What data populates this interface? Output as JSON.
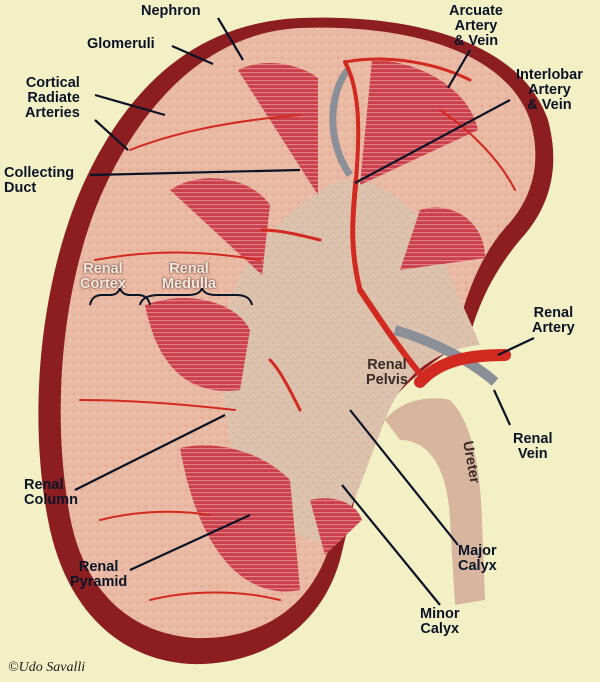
{
  "labels": {
    "nephron": "Nephron",
    "glomeruli": "Glomeruli",
    "cortical": [
      "Cortical",
      "Radiate",
      "Arteries"
    ],
    "collecting": [
      "Collecting",
      "Duct"
    ],
    "arcuate": [
      "Arcuate",
      "Artery",
      "& Vein"
    ],
    "interlobar": [
      "Interlobar",
      "Artery",
      "& Vein"
    ],
    "renal_cortex": [
      "Renal",
      "Cortex"
    ],
    "renal_medulla": [
      "Renal",
      "Medulla"
    ],
    "renal_artery": [
      "Renal",
      "Artery"
    ],
    "renal_pelvis": [
      "Renal",
      "Pelvis"
    ],
    "ureter": "Ureter",
    "renal_vein": [
      "Renal",
      "Vein"
    ],
    "renal_column": [
      "Renal",
      "Column"
    ],
    "major_calyx": [
      "Major",
      "Calyx"
    ],
    "renal_pyramid": [
      "Renal",
      "Pyramid"
    ],
    "minor_calyx": [
      "Minor",
      "Calyx"
    ]
  },
  "copyright": "©Udo Savalli",
  "colors": {
    "background": "#f3f0c6",
    "capsule": "#8c1e22",
    "cortex": "#e9b8a1",
    "pyramid": "#c9404b",
    "sinus": "#dcc1ad",
    "artery": "#d22a20",
    "vein": "#8a8f98",
    "label": "#0b1426"
  }
}
